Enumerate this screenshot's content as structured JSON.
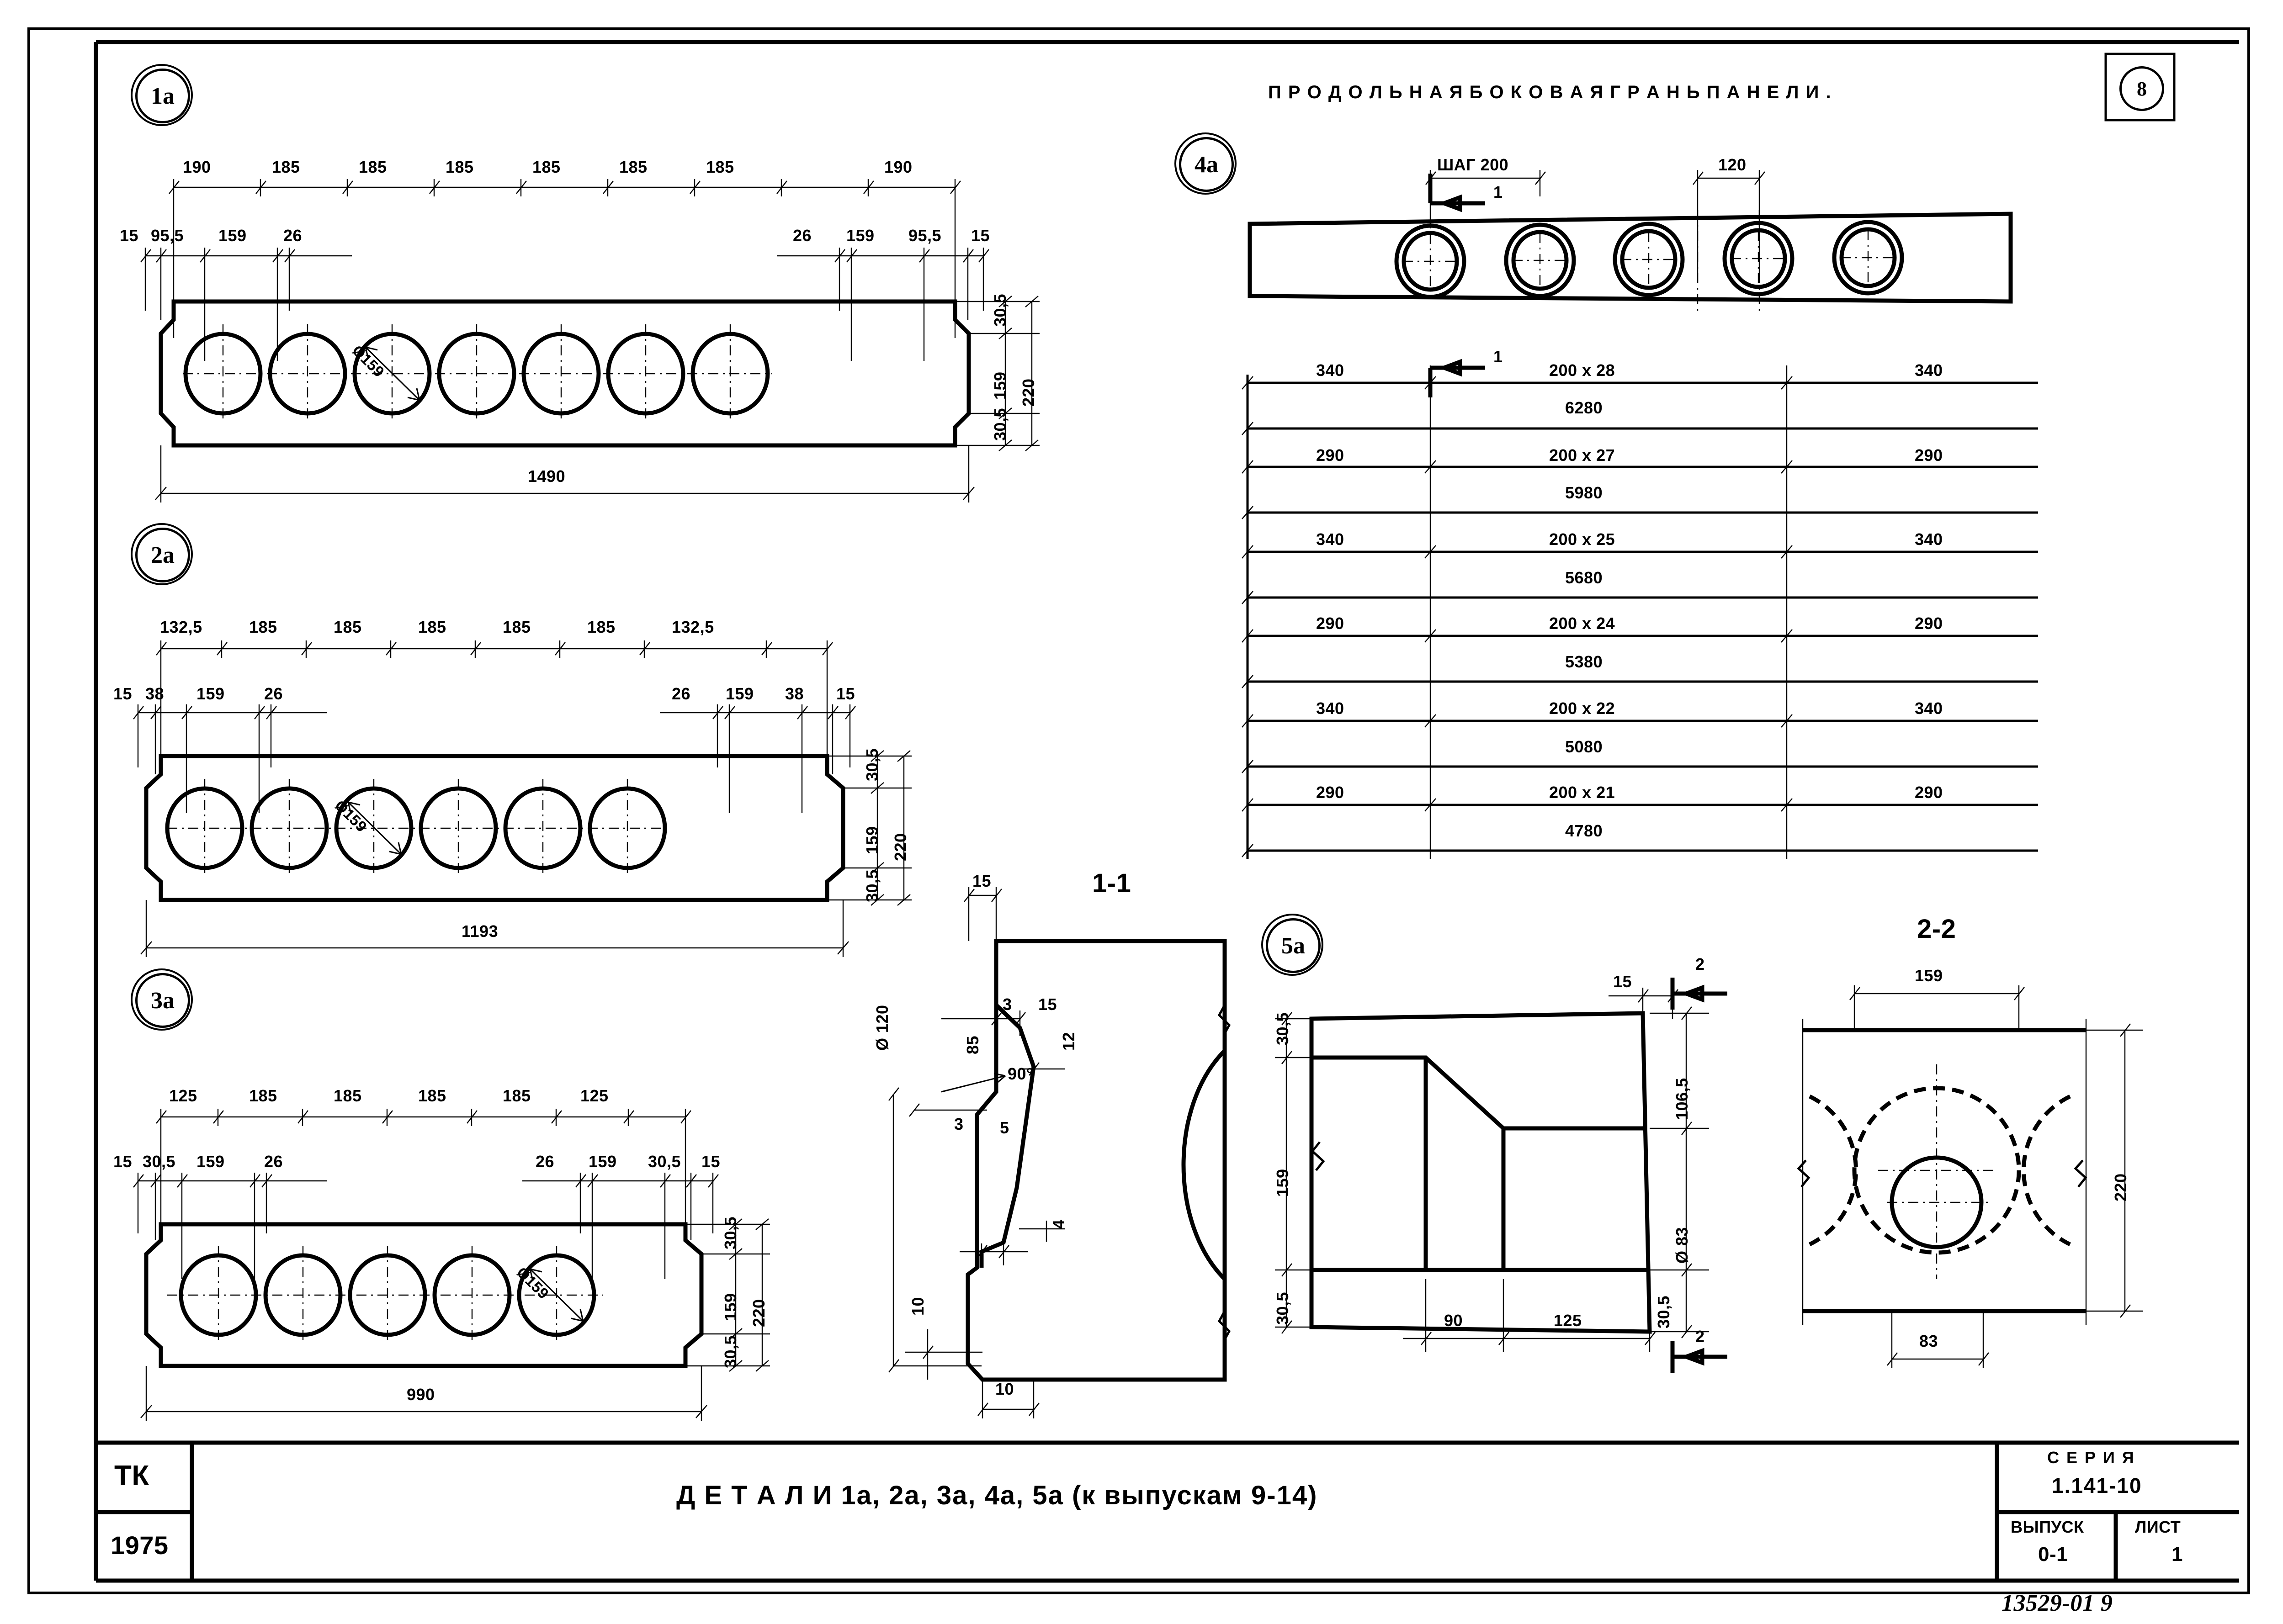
{
  "sheet": {
    "page_badge": "8",
    "drawing_code": "13529-01 9"
  },
  "title_block": {
    "org": "ТК",
    "year": "1975",
    "title": "Д Е Т А Л И    1а, 2а, 3а, 4а, 5а (к выпускам 9-14)",
    "series_label": "С Е Р И Я",
    "series_value": "1.141-10",
    "issue_label": "ВЫПУСК",
    "issue_value": "0-1",
    "sheet_label": "ЛИСТ",
    "sheet_value": "1"
  },
  "detail_1a": {
    "balloon": "1а",
    "top_dims": [
      "190",
      "185",
      "185",
      "185",
      "185",
      "185",
      "185",
      "190"
    ],
    "second_dims_left": [
      "15",
      "95,5",
      "159",
      "26"
    ],
    "second_dims_right": [
      "26",
      "159",
      "95,5",
      "15"
    ],
    "right_dims": [
      "30,5",
      "159",
      "30,5"
    ],
    "overall_height": "220",
    "overall_length": "1490",
    "hole_label": "Ø159",
    "hole_count": 7
  },
  "detail_2a": {
    "balloon": "2а",
    "top_dims": [
      "132,5",
      "185",
      "185",
      "185",
      "185",
      "185",
      "132,5"
    ],
    "second_dims_left": [
      "15",
      "38",
      "159",
      "26"
    ],
    "second_dims_right": [
      "26",
      "159",
      "38",
      "15"
    ],
    "right_dims": [
      "30,5",
      "159",
      "30,5"
    ],
    "overall_height": "220",
    "overall_length": "1193",
    "hole_label": "Ø159",
    "hole_count": 6
  },
  "detail_3a": {
    "balloon": "3а",
    "top_dims": [
      "125",
      "185",
      "185",
      "185",
      "185",
      "125"
    ],
    "second_dims_left": [
      "15",
      "30,5",
      "159",
      "26"
    ],
    "second_dims_right": [
      "26",
      "159",
      "30,5",
      "15"
    ],
    "right_dims": [
      "30,5",
      "159",
      "30,5"
    ],
    "overall_height": "220",
    "overall_length": "990",
    "hole_label": "Ø159",
    "hole_count": 5
  },
  "detail_4a": {
    "balloon": "4а",
    "heading": "П Р О Д О Л Ь Н А Я   Б О К О В А Я   Г Р А Н Ь   П А Н Е Л И .",
    "pitch_label": "ШАГ 200",
    "edge_dim": "120",
    "section_mark": "1",
    "hole_count": 5,
    "table_rows": [
      {
        "left": "340",
        "middle": "200 x 28",
        "right": "340",
        "total": "6280"
      },
      {
        "left": "290",
        "middle": "200 x 27",
        "right": "290",
        "total": "5980"
      },
      {
        "left": "340",
        "middle": "200 x 25",
        "right": "340",
        "total": "5680"
      },
      {
        "left": "290",
        "middle": "200 x 24",
        "right": "290",
        "total": "5380"
      },
      {
        "left": "340",
        "middle": "200 x 22",
        "right": "340",
        "total": "5080"
      },
      {
        "left": "290",
        "middle": "200 x 21",
        "right": "290",
        "total": "4780"
      }
    ]
  },
  "section_1_1": {
    "label": "1-1",
    "dims": [
      "15",
      "3",
      "15",
      "85",
      "12",
      "90°",
      "Ø 120",
      "3",
      "5",
      "4",
      "10",
      "10"
    ]
  },
  "detail_5a": {
    "balloon": "5а",
    "section_mark": "2",
    "dims_left": [
      "30,5",
      "159",
      "30,5"
    ],
    "dims_bottom": [
      "90",
      "125"
    ],
    "dim_top_right": "15",
    "dims_right": [
      "106,5",
      "Ø 83",
      "30,5"
    ]
  },
  "section_2_2": {
    "label": "2-2",
    "dim_top": "159",
    "dim_right": "220",
    "dim_bottom": "83"
  }
}
